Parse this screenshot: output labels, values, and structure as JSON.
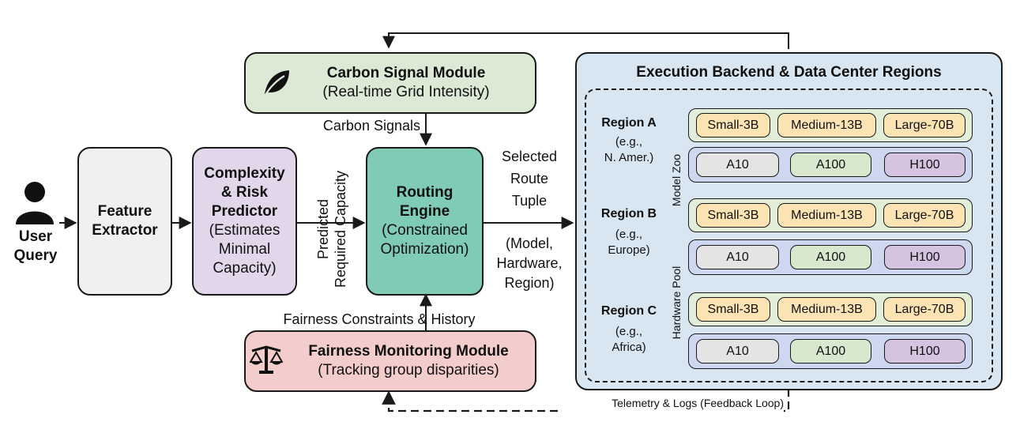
{
  "user": {
    "line1": "User",
    "line2": "Query"
  },
  "feature": {
    "line1": "Feature",
    "line2": "Extractor"
  },
  "predictor": {
    "line1": "Complexity",
    "line2": "& Risk",
    "line3": "Predictor",
    "line4": "(Estimates",
    "line5": "Minimal",
    "line6": "Capacity)"
  },
  "predicted": {
    "line1": "Predicted",
    "line2": "Required Capacity"
  },
  "routing": {
    "line1": "Routing",
    "line2": "Engine",
    "line3": "(Constrained",
    "line4": "Optimization)"
  },
  "carbon": {
    "title": "Carbon Signal Module",
    "subtitle": "(Real-time Grid Intensity)",
    "signals": "Carbon Signals"
  },
  "fairness": {
    "title": "Fairness Monitoring Module",
    "subtitle": "(Tracking group disparities)",
    "constraints": "Fairness Constraints & History"
  },
  "route": {
    "l1": "Selected",
    "l2": "Route",
    "l3": "Tuple",
    "l4": "(Model,",
    "l5": "Hardware,",
    "l6": "Region)"
  },
  "backend": {
    "title": "Execution Backend & Data Center Regions",
    "model_zoo": "Model Zoo",
    "hardware_pool": "Hardware Pool",
    "regions": [
      {
        "name": "Region A",
        "eg1": "(e.g.,",
        "eg2": "N. Amer.)",
        "models": [
          "Small-3B",
          "Medium-13B",
          "Large-70B"
        ],
        "hardware": [
          "A10",
          "A100",
          "H100"
        ]
      },
      {
        "name": "Region B",
        "eg1": "(e.g.,",
        "eg2": "Europe)",
        "models": [
          "Small-3B",
          "Medium-13B",
          "Large-70B"
        ],
        "hardware": [
          "A10",
          "A100",
          "H100"
        ]
      },
      {
        "name": "Region C",
        "eg1": "(e.g.,",
        "eg2": "Africa)",
        "models": [
          "Small-3B",
          "Medium-13B",
          "Large-70B"
        ],
        "hardware": [
          "A10",
          "A100",
          "H100"
        ]
      }
    ]
  },
  "telemetry": "Telemetry & Logs (Feedback Loop)",
  "colors": {
    "feature": "#f0f0f0",
    "predictor": "#e2d7ea",
    "routing": "#80cbb6",
    "carbon": "#dce9d5",
    "fairness": "#f3cccc",
    "backend": "#d8e6f2",
    "tray_model": "#e3eed9",
    "tray_hw": "#cdd7ef"
  }
}
